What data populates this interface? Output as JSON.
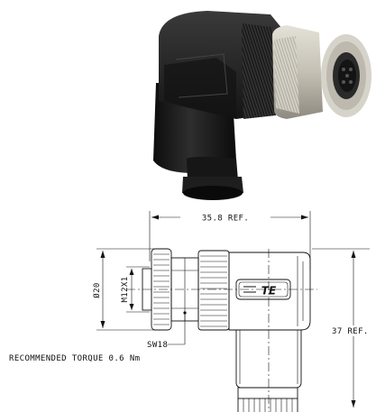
{
  "drawing": {
    "dim_width": "35.8 REF.",
    "dim_height": "37 REF.",
    "dim_diameter": "Ø20",
    "thread": "M12X1",
    "wrench": "SW18",
    "torque": "RECOMMENDED TORQUE 0.6 Nm"
  },
  "logo": {
    "text": "TE"
  },
  "colors": {
    "body": "#1d1d1d",
    "coupling_nut": "#cfccc2",
    "line": "#111111",
    "background": "#ffffff"
  }
}
